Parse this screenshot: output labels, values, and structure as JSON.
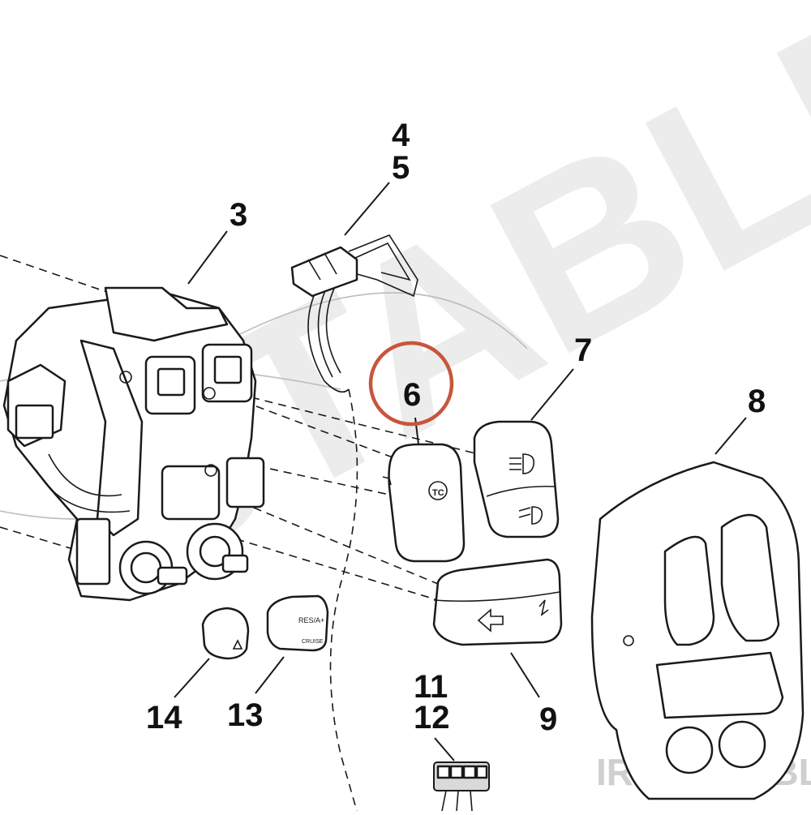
{
  "watermark": {
    "text": "STABLE",
    "brand": "IRON STABLE"
  },
  "callouts": [
    {
      "id": "c3",
      "label": "3"
    },
    {
      "id": "c4",
      "label": "4"
    },
    {
      "id": "c5",
      "label": "5"
    },
    {
      "id": "c6",
      "label": "6",
      "highlighted": true
    },
    {
      "id": "c7",
      "label": "7"
    },
    {
      "id": "c8",
      "label": "8"
    },
    {
      "id": "c9",
      "label": "9"
    },
    {
      "id": "c11",
      "label": "11"
    },
    {
      "id": "c12",
      "label": "12"
    },
    {
      "id": "c13",
      "label": "13"
    },
    {
      "id": "c14",
      "label": "14"
    }
  ],
  "part_labels": {
    "res": "RES/A+",
    "cruise": "CRUISE",
    "tc": "TC"
  },
  "highlight_color": "#c8553d"
}
